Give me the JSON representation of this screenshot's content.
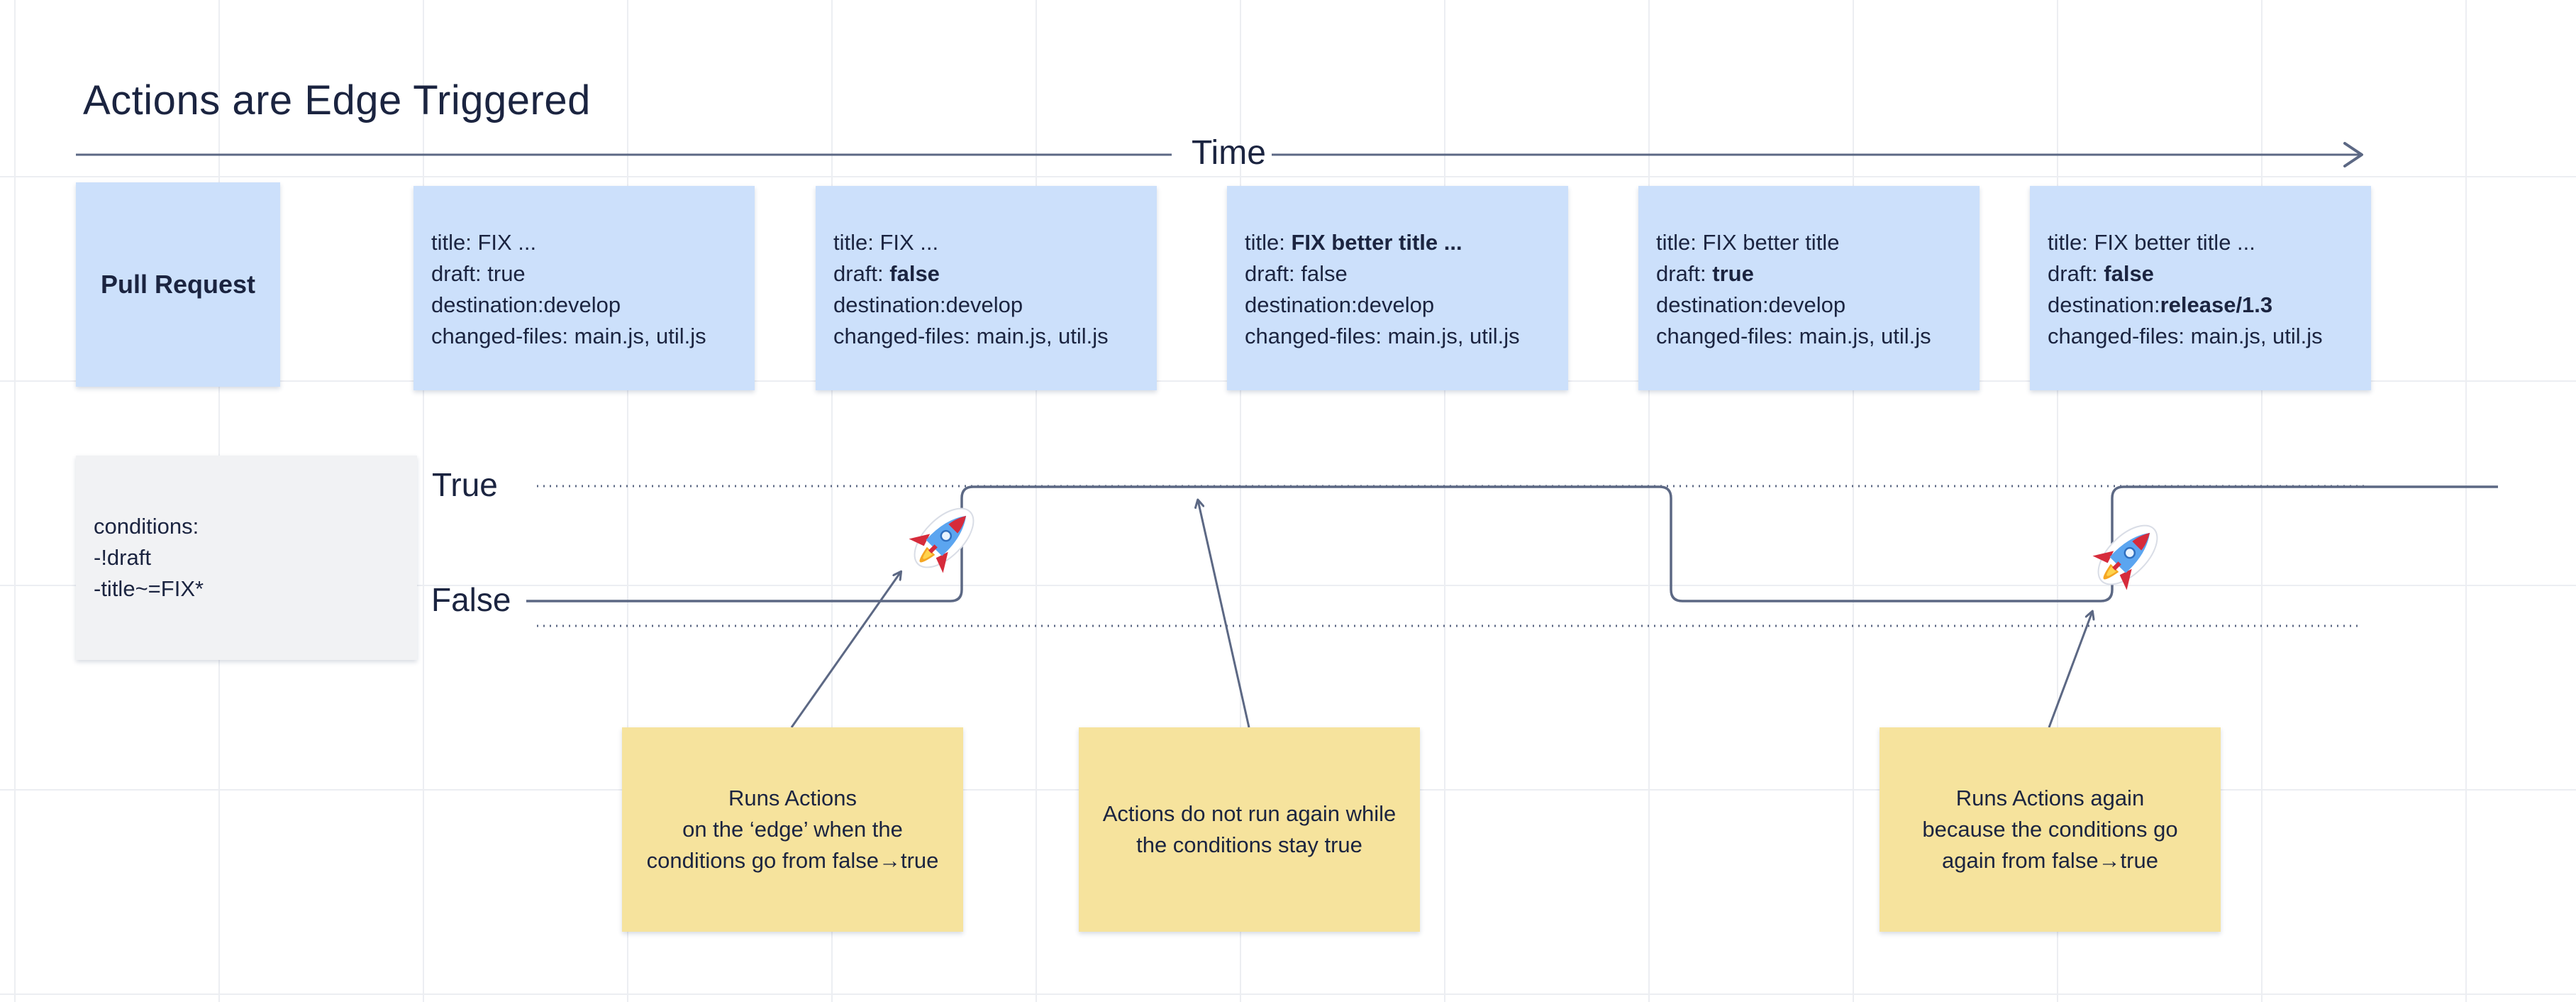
{
  "diagram": {
    "title": "Actions are Edge Triggered",
    "time_label": "Time",
    "pull_request_label": "Pull Request",
    "states": [
      {
        "lines": [
          {
            "pre": "title: FIX ...",
            "bold": "",
            "post": ""
          },
          {
            "pre": "draft: true",
            "bold": "",
            "post": ""
          },
          {
            "pre": "destination:develop",
            "bold": "",
            "post": ""
          },
          {
            "pre": "changed-files: main.js, util.js",
            "bold": "",
            "post": ""
          }
        ]
      },
      {
        "lines": [
          {
            "pre": "title: FIX ...",
            "bold": "",
            "post": ""
          },
          {
            "pre": "draft: ",
            "bold": "false",
            "post": ""
          },
          {
            "pre": "destination:develop",
            "bold": "",
            "post": ""
          },
          {
            "pre": "changed-files: main.js, util.js",
            "bold": "",
            "post": ""
          }
        ]
      },
      {
        "lines": [
          {
            "pre": "title: ",
            "bold": "FIX better title ...",
            "post": ""
          },
          {
            "pre": "draft: false",
            "bold": "",
            "post": ""
          },
          {
            "pre": "destination:develop",
            "bold": "",
            "post": ""
          },
          {
            "pre": "changed-files: main.js, util.js",
            "bold": "",
            "post": ""
          }
        ]
      },
      {
        "lines": [
          {
            "pre": "title: FIX better title",
            "bold": "",
            "post": ""
          },
          {
            "pre": "draft: ",
            "bold": "true",
            "post": ""
          },
          {
            "pre": "destination:develop",
            "bold": "",
            "post": ""
          },
          {
            "pre": "changed-files: main.js, util.js",
            "bold": "",
            "post": ""
          }
        ]
      },
      {
        "lines": [
          {
            "pre": "title: FIX better title ...",
            "bold": "",
            "post": ""
          },
          {
            "pre": "draft: ",
            "bold": "false",
            "post": ""
          },
          {
            "pre": "destination:",
            "bold": "release/1.3",
            "post": ""
          },
          {
            "pre": "changed-files: main.js, util.js",
            "bold": "",
            "post": ""
          }
        ]
      }
    ],
    "conditions": {
      "header": "conditions:",
      "items": [
        "-!draft",
        "-title~=FIX*"
      ]
    },
    "true_label": "True",
    "false_label": "False",
    "notes": [
      {
        "text": "Runs Actions\non the ‘edge’ when the\nconditions go from false→true"
      },
      {
        "text": "Actions do not run again while\nthe conditions stay true"
      },
      {
        "text": "Runs Actions again\nbecause the conditions go\nagain from false→true"
      }
    ],
    "icons": {
      "trigger_icon": "rocket-icon"
    },
    "colors": {
      "state_card": "#cce0fb",
      "condition_card": "#f1f2f4",
      "note": "#f6e39d",
      "line": "#5c6884",
      "text": "#1b2440"
    }
  }
}
